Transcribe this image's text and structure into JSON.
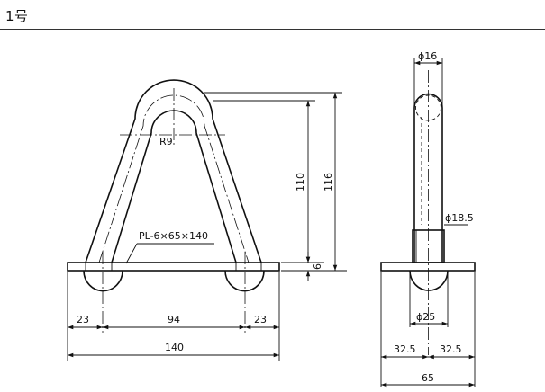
{
  "header": {
    "title": "1号"
  },
  "front_view": {
    "label_radius": "R9",
    "label_plate": "PL-6×65×140",
    "dim_left": "23",
    "dim_center": "94",
    "dim_right": "23",
    "dim_total_width": "140",
    "dim_height_inner": "110",
    "dim_height_outer": "116",
    "dim_plate_thickness": "6"
  },
  "side_view": {
    "dim_top_diameter": "ϕ16",
    "dim_sleeve_diameter": "ϕ18.5",
    "dim_bottom_diameter": "ϕ25",
    "dim_half_left": "32.5",
    "dim_half_right": "32.5",
    "dim_total_width": "65"
  }
}
